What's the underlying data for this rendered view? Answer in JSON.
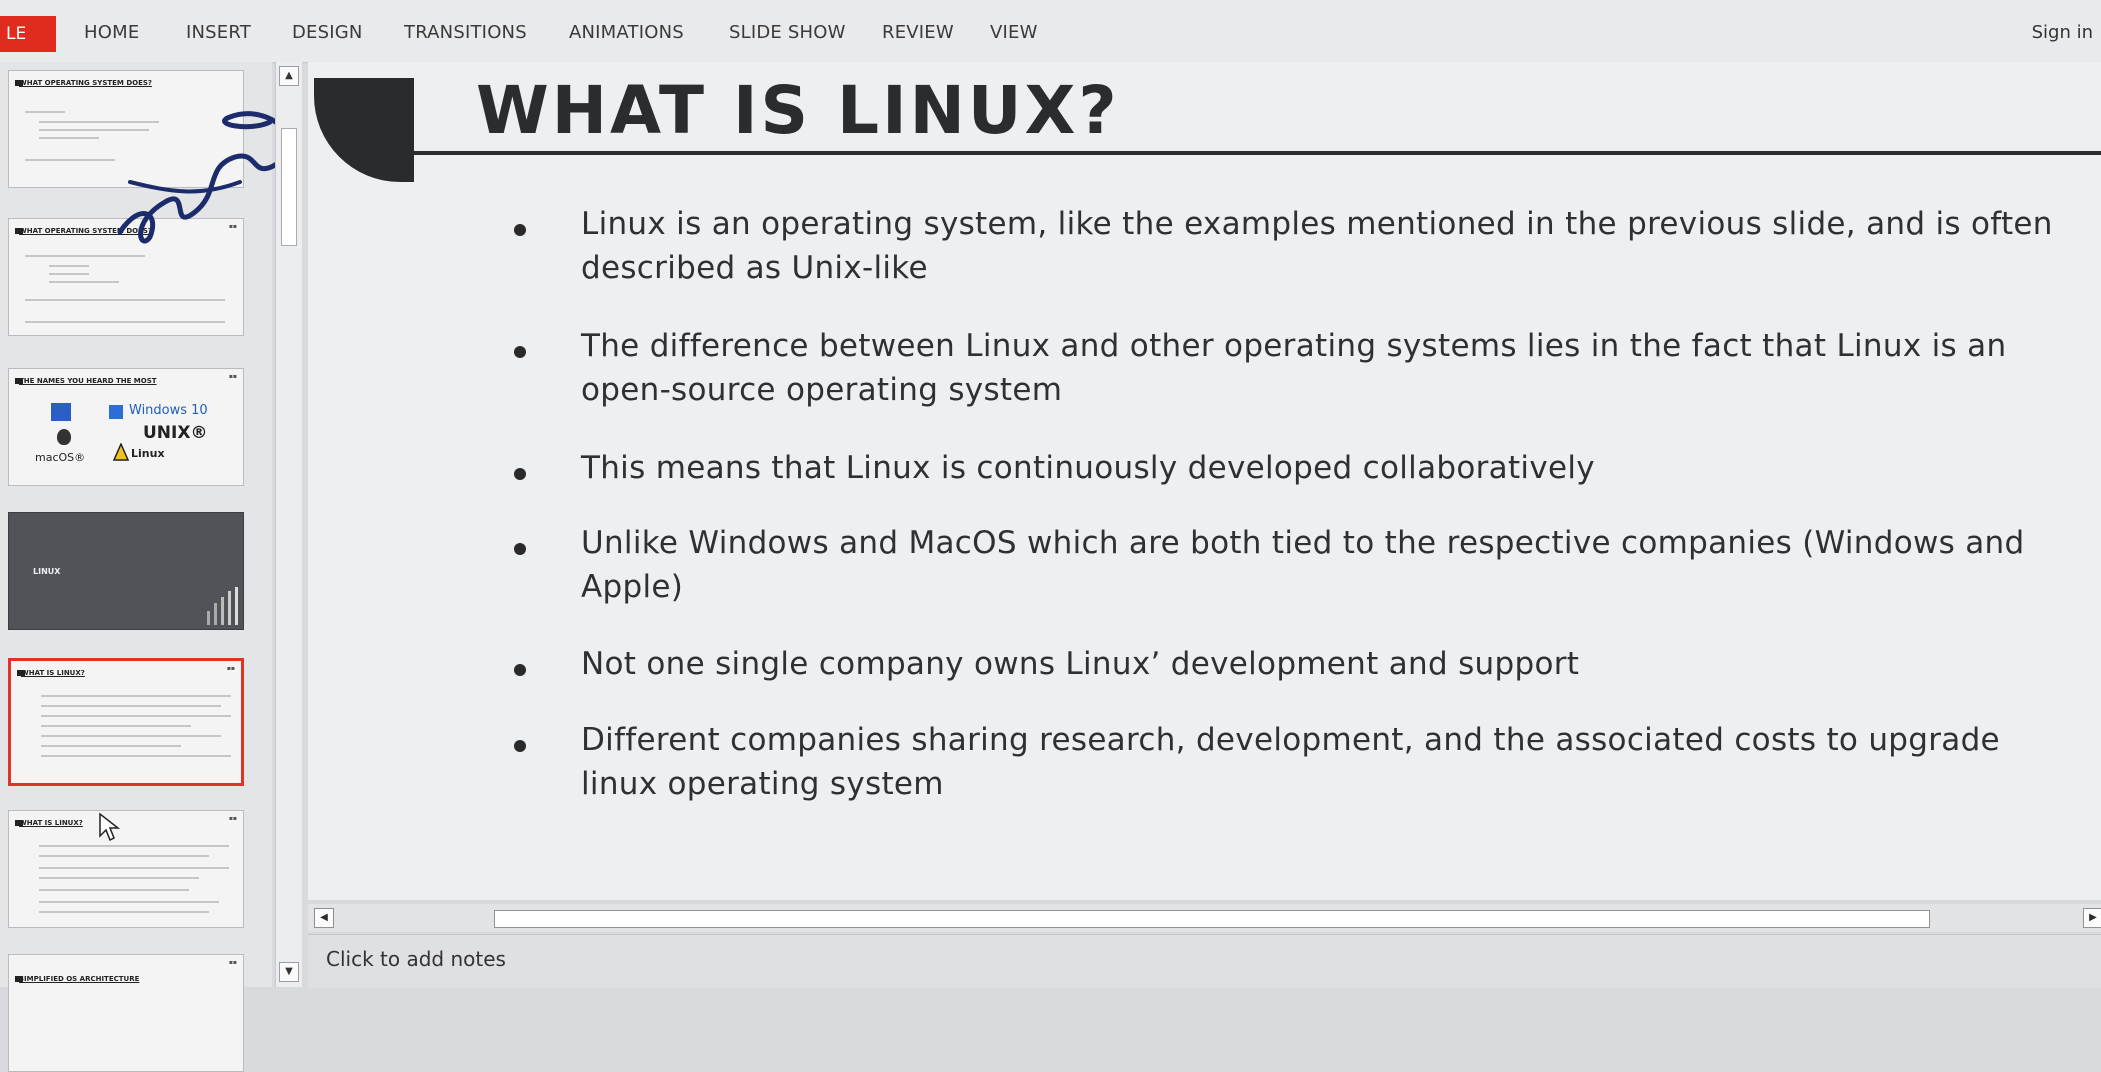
{
  "ribbon": {
    "file_tab": "LE",
    "tabs": [
      "HOME",
      "INSERT",
      "DESIGN",
      "TRANSITIONS",
      "ANIMATIONS",
      "SLIDE SHOW",
      "REVIEW",
      "VIEW"
    ],
    "sign_in": "Sign in"
  },
  "thumbnails": {
    "t1_title": "WHAT OPERATING SYSTEM DOES?",
    "t2_title": "WHAT OPERATING SYSTEM DOES?",
    "t3_title": "THE NAMES YOU HEARD THE MOST",
    "t3_windows": "Windows 10",
    "t3_unix": "UNIX®",
    "t3_macos": "macOS®",
    "t3_linux": "Linux",
    "t4_title": "LINUX",
    "t5_title": "WHAT IS LINUX?",
    "t6_title": "WHAT IS LINUX?",
    "t7_title": "SIMPLIFIED OS ARCHITECTURE",
    "selected_index": 5
  },
  "slide": {
    "title": "WHAT IS LINUX?",
    "bullets": [
      "Linux is an operating system, like the examples mentioned in the previous slide, and is often described as Unix-like",
      "The difference between Linux and other operating systems lies in the fact that Linux is an open-source operating system",
      "This means that Linux is continuously developed collaboratively",
      "Unlike Windows and MacOS which are both tied to the respective companies (Windows and Apple)",
      "Not one single company owns Linux’ development and support",
      "Different companies sharing research, development, and the associated costs to upgrade linux operating system"
    ]
  },
  "notes": {
    "placeholder": "Click to add notes"
  },
  "colors": {
    "file_tab": "#e02b1f",
    "selection": "#e0332a",
    "title_dark": "#2a2b2e"
  }
}
